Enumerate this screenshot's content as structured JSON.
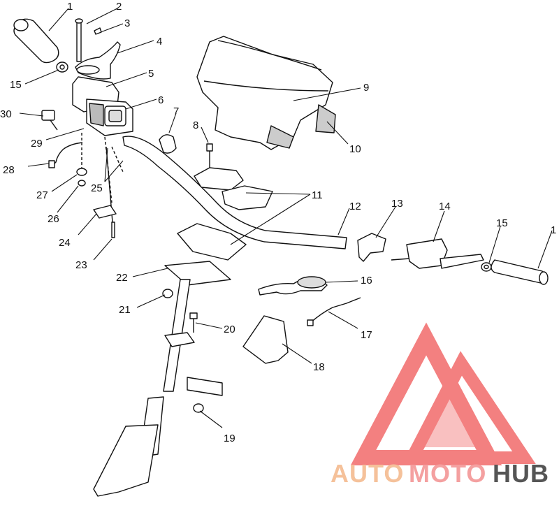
{
  "diagram": {
    "callouts": [
      {
        "id": "c1",
        "label": "1"
      },
      {
        "id": "c2",
        "label": "2"
      },
      {
        "id": "c3",
        "label": "3"
      },
      {
        "id": "c4",
        "label": "4"
      },
      {
        "id": "c5",
        "label": "5"
      },
      {
        "id": "c6",
        "label": "6"
      },
      {
        "id": "c7",
        "label": "7"
      },
      {
        "id": "c8",
        "label": "8"
      },
      {
        "id": "c9",
        "label": "9"
      },
      {
        "id": "c10",
        "label": "10"
      },
      {
        "id": "c11",
        "label": "11"
      },
      {
        "id": "c12",
        "label": "12"
      },
      {
        "id": "c13",
        "label": "13"
      },
      {
        "id": "c14",
        "label": "14"
      },
      {
        "id": "c15a",
        "label": "15"
      },
      {
        "id": "c15b",
        "label": "15"
      },
      {
        "id": "c1b",
        "label": "1"
      },
      {
        "id": "c16",
        "label": "16"
      },
      {
        "id": "c17",
        "label": "17"
      },
      {
        "id": "c18",
        "label": "18"
      },
      {
        "id": "c19",
        "label": "19"
      },
      {
        "id": "c20",
        "label": "20"
      },
      {
        "id": "c21",
        "label": "21"
      },
      {
        "id": "c22",
        "label": "22"
      },
      {
        "id": "c23",
        "label": "23"
      },
      {
        "id": "c24",
        "label": "24"
      },
      {
        "id": "c25",
        "label": "25"
      },
      {
        "id": "c26",
        "label": "26"
      },
      {
        "id": "c27",
        "label": "27"
      },
      {
        "id": "c28",
        "label": "28"
      },
      {
        "id": "c29",
        "label": "29"
      },
      {
        "id": "c30",
        "label": "30"
      }
    ]
  },
  "watermark": {
    "brand_part1": "AUTO",
    "brand_part2": "MOTO",
    "brand_part3": "HUB",
    "colors": {
      "part1": "#f5c19a",
      "part2": "#f4a0a0",
      "part3": "#555555",
      "logo": "#f26b6b"
    }
  }
}
